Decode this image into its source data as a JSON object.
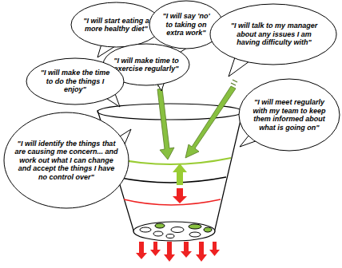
{
  "diagram": {
    "nodes": [
      {
        "text": [
          "\"I will start eating a more healthy diet\""
        ]
      },
      {
        "text": [
          "\"I will say 'no' to taking on extra work\""
        ]
      },
      {
        "text": [
          "\"I will talk to my manager about any issues I am having difficulty with\""
        ]
      },
      {
        "text": [
          "\"I will make time to exercise regularly\""
        ]
      },
      {
        "text": [
          "\"I will make the time to do the things I enjoy\""
        ]
      },
      {
        "text": [
          "\"I will meet regularly with my team to keep them informed about what is going on\""
        ]
      },
      {
        "text": [
          "\"I will identify the things that are causing me concern... and work out what I can change and accept the things I have no control over\""
        ]
      }
    ]
  }
}
